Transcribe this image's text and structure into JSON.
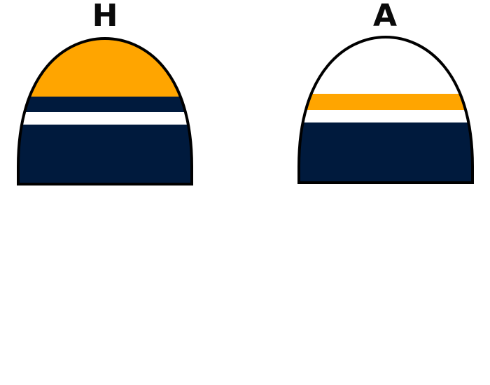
{
  "home": {
    "label": "H",
    "bands": [
      {
        "name": "top",
        "color": "#FFA500"
      },
      {
        "name": "stripe-upper",
        "color": "#001A3D"
      },
      {
        "name": "stripe-middle",
        "color": "#FFFFFF"
      },
      {
        "name": "bottom",
        "color": "#001A3D"
      }
    ]
  },
  "away": {
    "label": "A",
    "bands": [
      {
        "name": "top",
        "color": "#FFFFFF"
      },
      {
        "name": "stripe-upper",
        "color": "#FFA500"
      },
      {
        "name": "stripe-middle",
        "color": "#FFFFFF"
      },
      {
        "name": "bottom",
        "color": "#001A3D"
      }
    ]
  },
  "colors": {
    "outline": "#000000",
    "background": "#FFFFFF"
  }
}
